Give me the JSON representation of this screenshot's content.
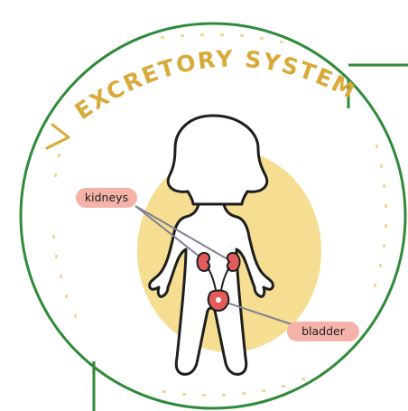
{
  "title": "EXCRETORY SYSTEM",
  "labels": {
    "kidneys": "kidneys",
    "bladder": "bladder"
  },
  "colors": {
    "frame_green": "#2f8a3a",
    "title_gold": "#d8aa3a",
    "dots_gold": "#ecd692",
    "blob_yellow": "#f5dd91",
    "organ_red": "#e45b5b",
    "label_bg": "#f4b2a8",
    "outline": "#1e1e1e",
    "leader_line": "#7f7f95"
  },
  "icons": {
    "arrow": "arrow-chevron-icon",
    "body": "child-body-outline-icon",
    "kidney": "kidney-icon",
    "bladder": "bladder-icon"
  }
}
